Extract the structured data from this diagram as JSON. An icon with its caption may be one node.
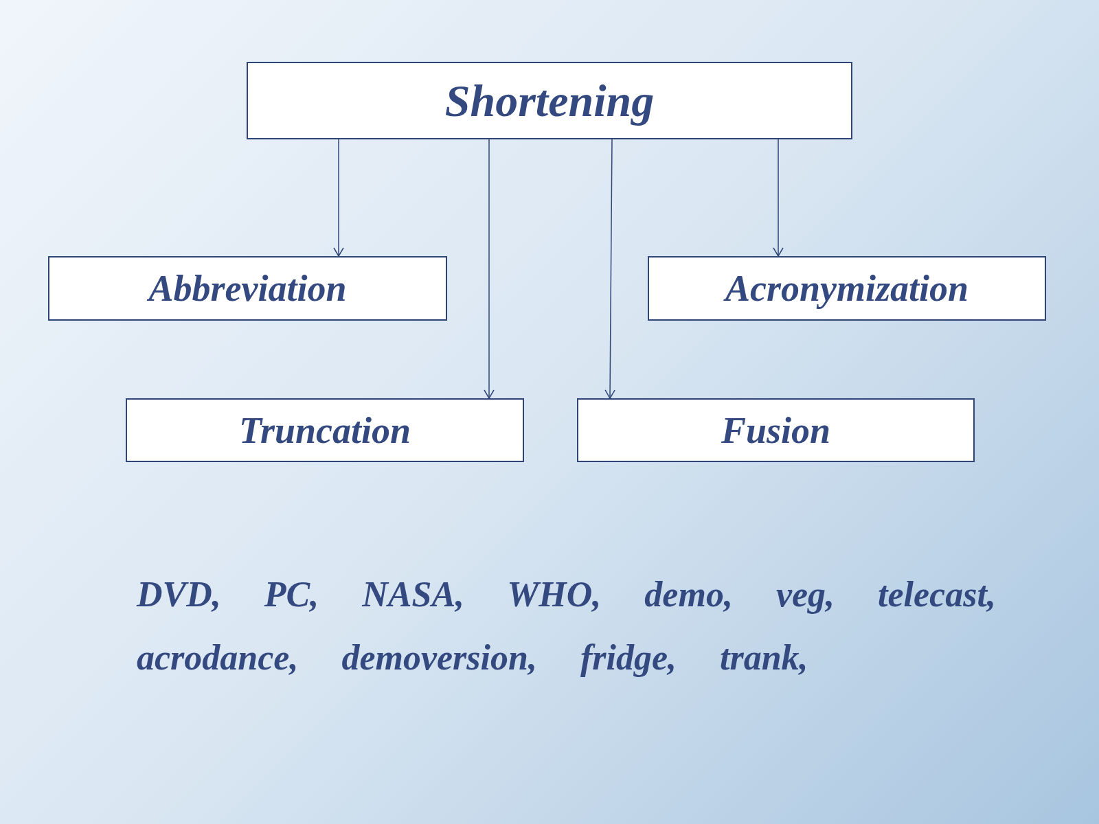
{
  "diagram": {
    "nodes": [
      {
        "text": [
          "Shortening"
        ]
      },
      {
        "text": [
          "Abbreviation"
        ]
      },
      {
        "text": [
          "Acronymization"
        ]
      },
      {
        "text": [
          "Truncation"
        ]
      },
      {
        "text": [
          "Fusion"
        ]
      }
    ],
    "edges": [
      {
        "from": 0,
        "to": 1,
        "arrow": "to"
      },
      {
        "from": 0,
        "to": 3,
        "arrow": "to"
      },
      {
        "from": 0,
        "to": 4,
        "arrow": "to"
      },
      {
        "from": 0,
        "to": 2,
        "arrow": "to"
      }
    ],
    "labels": [
      "DVD, PC, NASA, WHO, demo, veg, telecast, acrodance, demoversion, fridge, trank,"
    ]
  }
}
